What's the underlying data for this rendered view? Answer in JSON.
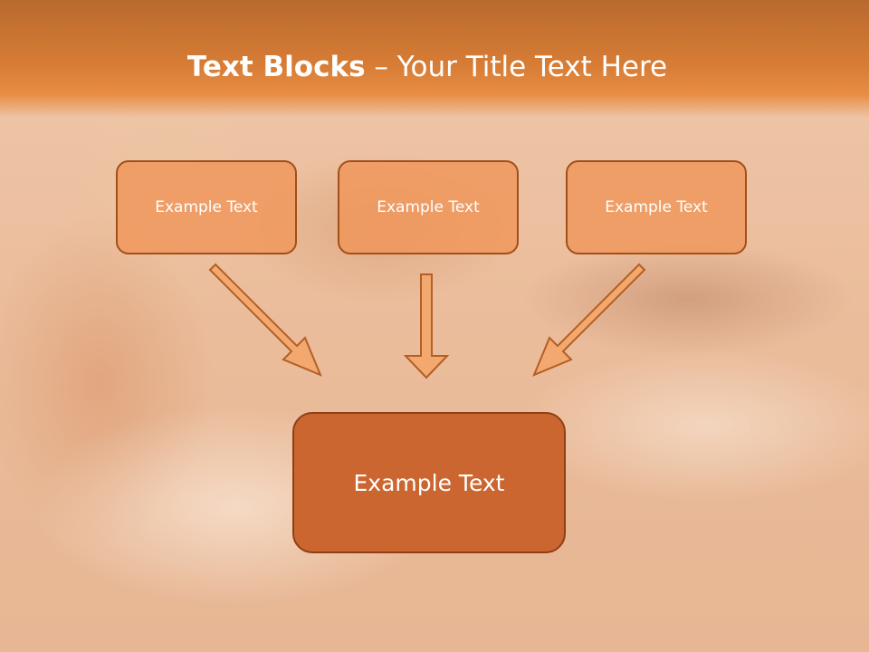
{
  "slide": {
    "title_bold": "Text Blocks",
    "title_dash": " – ",
    "title_rest": "Your Title Text Here"
  },
  "blocks": {
    "left": "Example Text",
    "center": "Example Text",
    "right": "Example Text",
    "target": "Example Text"
  },
  "colors": {
    "header": "#d77c35",
    "box_fill": "#f0965a",
    "box_border": "#a24f1a",
    "target_fill": "#cc6630",
    "arrow_fill": "#f2a86f"
  }
}
